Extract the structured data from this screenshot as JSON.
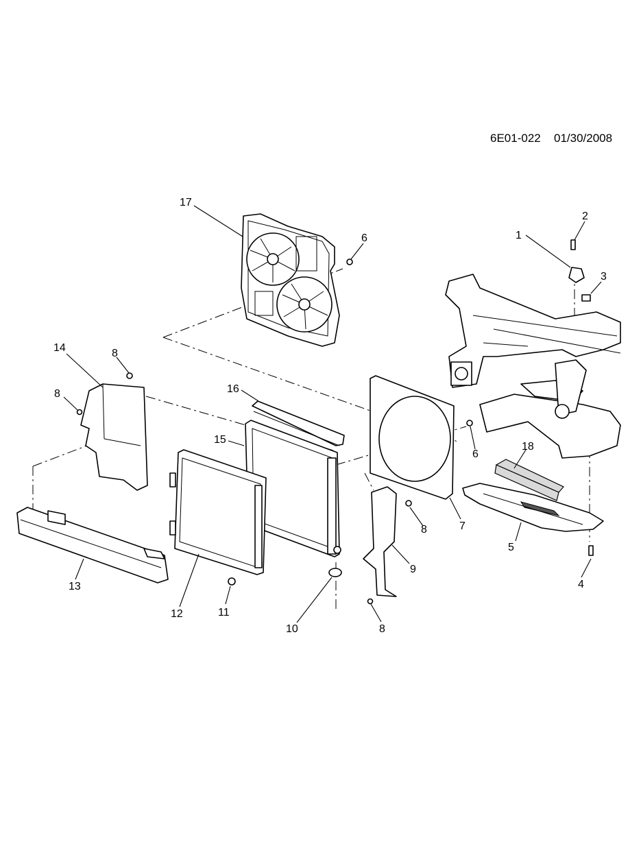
{
  "header": {
    "drawing_id": "6E01-022",
    "date": "01/30/2008"
  },
  "callouts": [
    "1",
    "2",
    "3",
    "4",
    "5",
    "6",
    "6",
    "7",
    "8",
    "8",
    "8",
    "8",
    "9",
    "10",
    "11",
    "12",
    "13",
    "14",
    "15",
    "16",
    "17",
    "18"
  ]
}
